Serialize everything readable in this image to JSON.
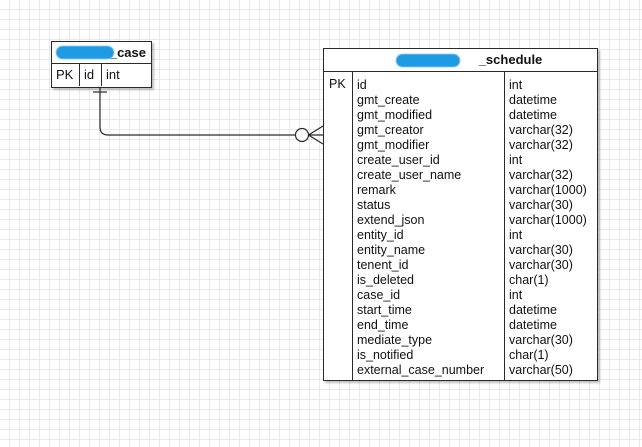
{
  "entities": {
    "case_table": {
      "title": "_case",
      "pk_label": "PK",
      "field_name": "id",
      "field_type": "int"
    },
    "schedule_table": {
      "title": "_schedule",
      "pk_label": "PK",
      "columns": [
        {
          "name": "id",
          "type": "int"
        },
        {
          "name": "gmt_create",
          "type": "datetime"
        },
        {
          "name": "gmt_modified",
          "type": "datetime"
        },
        {
          "name": "gmt_creator",
          "type": "varchar(32)"
        },
        {
          "name": "gmt_modifier",
          "type": "varchar(32)"
        },
        {
          "name": "create_user_id",
          "type": "int"
        },
        {
          "name": "create_user_name",
          "type": "varchar(32)"
        },
        {
          "name": "remark",
          "type": "varchar(1000)"
        },
        {
          "name": "status",
          "type": "varchar(30)"
        },
        {
          "name": "extend_json",
          "type": "varchar(1000)"
        },
        {
          "name": "entity_id",
          "type": "int"
        },
        {
          "name": "entity_name",
          "type": "varchar(30)"
        },
        {
          "name": "tenent_id",
          "type": "varchar(30)"
        },
        {
          "name": "is_deleted",
          "type": "char(1)"
        },
        {
          "name": "case_id",
          "type": "int"
        },
        {
          "name": "start_time",
          "type": "datetime"
        },
        {
          "name": "end_time",
          "type": "datetime"
        },
        {
          "name": "mediate_type",
          "type": "varchar(30)"
        },
        {
          "name": "is_notified",
          "type": "char(1)"
        },
        {
          "name": "external_case_number",
          "type": "varchar(50)"
        }
      ]
    }
  },
  "relationship": {
    "from_end": "one",
    "to_end": "zero-or-many"
  },
  "colors": {
    "grid": "#e9e9e9",
    "border": "#2a2a2a",
    "redaction": "#1e9be3"
  }
}
